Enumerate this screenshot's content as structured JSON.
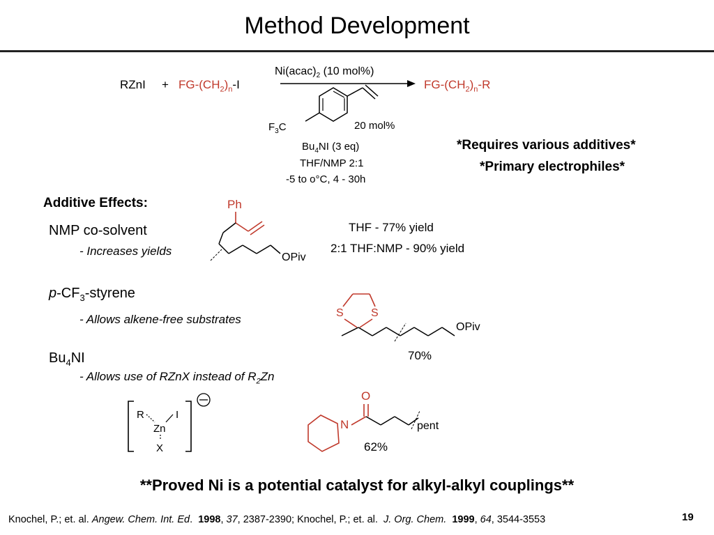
{
  "slide": {
    "title": "Method Development",
    "page_number": "19"
  },
  "reaction": {
    "reagent1": "RZnI",
    "plus": "+",
    "substrate_fg": "FG-(CH",
    "substrate_sub2": "2",
    "substrate_paren": ")",
    "substrate_subn": "n",
    "substrate_tail": "-I",
    "catalyst": "Ni(acac)",
    "catalyst_sub": "2",
    "catalyst_loading": "(10 mol%)",
    "product_fg": "FG-(CH",
    "product_sub2": "2",
    "product_paren": ")",
    "product_subn": "n",
    "product_tail": "-R",
    "styrene_label": "F",
    "styrene_sub": "3",
    "styrene_c": "C",
    "styrene_loading": "20 mol%",
    "additive1": "Bu",
    "additive1_sub": "4",
    "additive1_tail": "NI (3 eq)",
    "solvent": "THF/NMP 2:1",
    "conditions_temp": "-5 to o°C, 4 - 30h"
  },
  "notes": {
    "note1": "*Requires various additives*",
    "note2": "*Primary electrophiles*"
  },
  "additive_effects": {
    "heading": "Additive Effects:",
    "nmp_title": "NMP co-solvent",
    "nmp_desc": "- Increases yields",
    "cf3_p": "p",
    "cf3_mid": "-CF",
    "cf3_sub": "3",
    "cf3_tail": "-styrene",
    "cf3_desc": "- Allows alkene-free substrates",
    "bu4ni_pre": "Bu",
    "bu4ni_sub": "4",
    "bu4ni_tail": "NI",
    "bu4ni_desc_pre": "- Allows use of RZnX instead of R",
    "bu4ni_desc_sub": "2",
    "bu4ni_desc_tail": "Zn"
  },
  "yields": {
    "thf": "THF - 77% yield",
    "thf_nmp": "2:1 THF:NMP - 90% yield",
    "dithiolane": "70%",
    "amide": "62%"
  },
  "structures": {
    "ph": "Ph",
    "opiv1": "OPiv",
    "opiv2": "OPiv",
    "s_left": "S",
    "s_right": "S",
    "r": "R",
    "i": "I",
    "zn": "Zn",
    "x": "X",
    "o": "O",
    "n": "N",
    "pent": "pent"
  },
  "conclusion": "**Proved Ni is a potential catalyst for alkyl-alkyl couplings**",
  "citation": {
    "authors1": "Knochel, P.; et. al.",
    "journal1": "Angew. Chem. Int. Ed",
    "dot1": ".",
    "year1": "1998",
    "vol1": "37",
    "pages1": ", 2387-2390; ",
    "authors2": "Knochel, P.; et. al.",
    "journal2": "J. Org. Chem.",
    "year2": "1999",
    "vol2": "64",
    "pages2": ", 3544-3553"
  },
  "colors": {
    "highlight_red": "#c0392b",
    "text": "#000000",
    "rule": "#222222"
  }
}
